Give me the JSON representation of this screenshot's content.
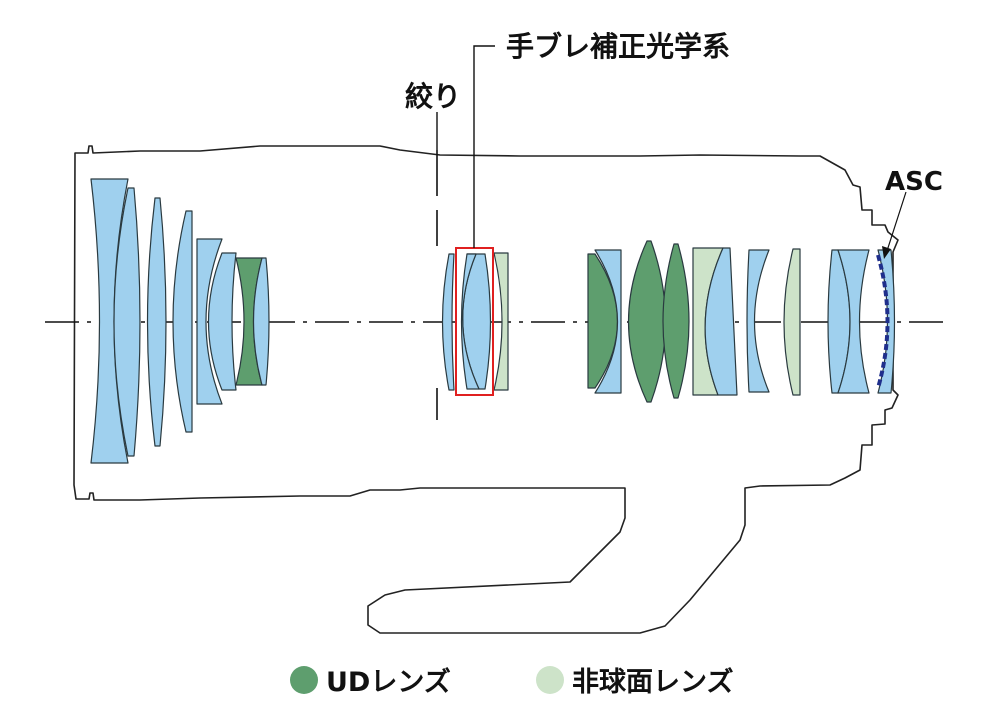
{
  "title": "Lens construction diagram",
  "labels": {
    "aperture": "絞り",
    "is_group": "手ブレ補正光学系",
    "asc": "ASC"
  },
  "legend": [
    {
      "label": "UDレンズ",
      "color": "#5e9e6e"
    },
    {
      "label": "非球面レンズ",
      "color": "#cde3c9"
    }
  ],
  "colors": {
    "standard_lens": "#9fd0ee",
    "ud_lens": "#5e9e6e",
    "aspherical_lens": "#cde3c9",
    "is_highlight": "#e02020",
    "asc_coating": "#1f2f8c"
  },
  "lens_groups": [
    {
      "name": "front-group",
      "elements": [
        "standard",
        "standard",
        "standard",
        "standard",
        "standard",
        "standard",
        "ud",
        "standard"
      ]
    },
    {
      "name": "is-group-area",
      "elements": [
        "standard",
        "standard",
        "aspherical"
      ]
    },
    {
      "name": "rear-group",
      "elements": [
        "ud",
        "standard",
        "ud",
        "ud",
        "aspherical",
        "standard",
        "standard",
        "aspherical",
        "standard",
        "standard",
        "standard-asc"
      ]
    }
  ]
}
